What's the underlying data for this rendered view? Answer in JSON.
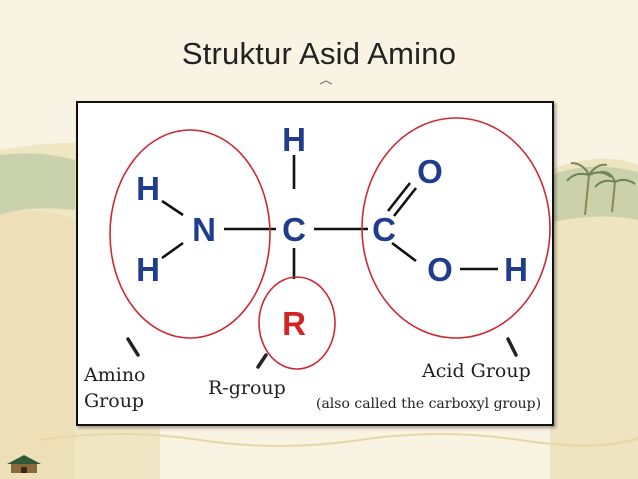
{
  "slide": {
    "title": "Struktur Asid Amino"
  },
  "molecule": {
    "atoms": {
      "h_top": "H",
      "h_left_top": "H",
      "h_left_bottom": "H",
      "n": "N",
      "c_alpha": "C",
      "c_carboxyl": "C",
      "o_double": "O",
      "o_single": "O",
      "h_right": "H",
      "r": "R"
    }
  },
  "labels": {
    "amino_line1": "Amino",
    "amino_line2": "Group",
    "r_group": "R-group",
    "acid_group": "Acid Group",
    "acid_note": "(also called the carboxyl group)"
  },
  "colors": {
    "atom": "#1f3d8c",
    "r_atom": "#d22424",
    "ring": "#cc2a33"
  }
}
